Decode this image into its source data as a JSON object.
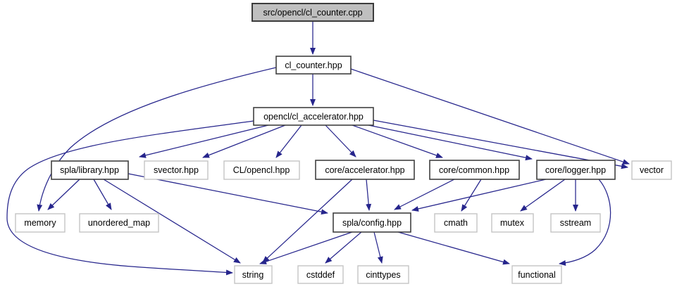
{
  "diagram": {
    "kind": "include-dependency-graph",
    "edge_color": "#26258c",
    "main_node_fill": "#bfbfbf",
    "internal_border_color": "#404040",
    "external_border_color": "#c4c4c4"
  },
  "nodes": {
    "cl_counter_cpp": {
      "label": "src/opencl/cl_counter.cpp",
      "kind": "main"
    },
    "cl_counter_hpp": {
      "label": "cl_counter.hpp",
      "kind": "internal"
    },
    "cl_accelerator_hpp": {
      "label": "opencl/cl_accelerator.hpp",
      "kind": "internal"
    },
    "spla_library_hpp": {
      "label": "spla/library.hpp",
      "kind": "internal"
    },
    "svector_hpp": {
      "label": "svector.hpp",
      "kind": "external"
    },
    "cl_opencl_hpp": {
      "label": "CL/opencl.hpp",
      "kind": "external"
    },
    "core_accelerator_hpp": {
      "label": "core/accelerator.hpp",
      "kind": "internal"
    },
    "core_common_hpp": {
      "label": "core/common.hpp",
      "kind": "internal"
    },
    "core_logger_hpp": {
      "label": "core/logger.hpp",
      "kind": "internal"
    },
    "vector": {
      "label": "vector",
      "kind": "external"
    },
    "memory": {
      "label": "memory",
      "kind": "external"
    },
    "unordered_map": {
      "label": "unordered_map",
      "kind": "external"
    },
    "spla_config_hpp": {
      "label": "spla/config.hpp",
      "kind": "internal"
    },
    "cmath": {
      "label": "cmath",
      "kind": "external"
    },
    "mutex": {
      "label": "mutex",
      "kind": "external"
    },
    "sstream": {
      "label": "sstream",
      "kind": "external"
    },
    "string": {
      "label": "string",
      "kind": "external"
    },
    "cstddef": {
      "label": "cstddef",
      "kind": "external"
    },
    "cinttypes": {
      "label": "cinttypes",
      "kind": "external"
    },
    "functional": {
      "label": "functional",
      "kind": "external"
    }
  },
  "edges": [
    {
      "from": "cl_counter_cpp",
      "to": "cl_counter_hpp"
    },
    {
      "from": "cl_counter_hpp",
      "to": "cl_accelerator_hpp"
    },
    {
      "from": "cl_counter_hpp",
      "to": "memory"
    },
    {
      "from": "cl_counter_hpp",
      "to": "vector"
    },
    {
      "from": "cl_accelerator_hpp",
      "to": "spla_library_hpp"
    },
    {
      "from": "cl_accelerator_hpp",
      "to": "svector_hpp"
    },
    {
      "from": "cl_accelerator_hpp",
      "to": "cl_opencl_hpp"
    },
    {
      "from": "cl_accelerator_hpp",
      "to": "core_accelerator_hpp"
    },
    {
      "from": "cl_accelerator_hpp",
      "to": "core_common_hpp"
    },
    {
      "from": "cl_accelerator_hpp",
      "to": "core_logger_hpp"
    },
    {
      "from": "cl_accelerator_hpp",
      "to": "vector"
    },
    {
      "from": "cl_accelerator_hpp",
      "to": "string"
    },
    {
      "from": "spla_library_hpp",
      "to": "memory"
    },
    {
      "from": "spla_library_hpp",
      "to": "unordered_map"
    },
    {
      "from": "spla_library_hpp",
      "to": "string"
    },
    {
      "from": "spla_library_hpp",
      "to": "spla_config_hpp"
    },
    {
      "from": "core_accelerator_hpp",
      "to": "spla_config_hpp"
    },
    {
      "from": "core_accelerator_hpp",
      "to": "string"
    },
    {
      "from": "core_common_hpp",
      "to": "spla_config_hpp"
    },
    {
      "from": "core_common_hpp",
      "to": "cmath"
    },
    {
      "from": "core_logger_hpp",
      "to": "spla_config_hpp"
    },
    {
      "from": "core_logger_hpp",
      "to": "mutex"
    },
    {
      "from": "core_logger_hpp",
      "to": "sstream"
    },
    {
      "from": "core_logger_hpp",
      "to": "functional"
    },
    {
      "from": "spla_config_hpp",
      "to": "string"
    },
    {
      "from": "spla_config_hpp",
      "to": "cstddef"
    },
    {
      "from": "spla_config_hpp",
      "to": "cinttypes"
    },
    {
      "from": "spla_config_hpp",
      "to": "functional"
    }
  ]
}
